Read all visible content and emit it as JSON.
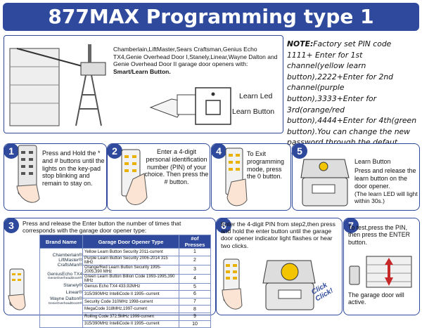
{
  "title": "877MAX Programming type 1",
  "top_panel": {
    "compat_text": "Chamberlain,LiftMaster,Sears Craftsman,Genius Echo TX4,Genie Overhead Door I,Stanely,Linear,Wayne Dalton and Genie Overhead Door II garage door openers with:",
    "smart_label": "Smart/Learn Button.",
    "learn_led": "Learn Led",
    "learn_button": "Learn Button"
  },
  "note": {
    "prefix": "NOTE:",
    "body": "Factory set PIN code 1111+ Enter for 1st channel(yellow learn button),2222+Enter for 2nd channel(purple button),3333+Enter for 3rd(orange/red button),4444+Enter for 4th(green button).You can change the new password through the defaut password."
  },
  "steps": [
    {
      "num": "1",
      "text": "Press and Hold the * and # buttons until the lights on the key-pad stop blinking and remain to stay on."
    },
    {
      "num": "2",
      "text": "Enter a 4-digit personal identification number (PIN) of your choice. Then press the # button."
    },
    {
      "num": "4",
      "text": "To Exit programming mode, press the 0 button."
    },
    {
      "num": "5",
      "label": "Learn Button",
      "text": "Press and release the learn button on the door opener.",
      "subtext": "(The learn LED will light within 30s.)"
    },
    {
      "num": "3",
      "text": "Press and release the Enter button the number of times that corresponds with the garage door opener type:"
    },
    {
      "num": "6",
      "text": "Enter the 4-digit PIN from step2,then press and hold the enter button until the garage door opener indicator light flashes or hear two clicks.",
      "click": "Click Click!"
    },
    {
      "num": "7",
      "text": "To test,press the PIN, then press the ENTER button.",
      "result": "The garage door will active."
    }
  ],
  "table": {
    "headers": [
      "Brand Name",
      "Garage Door Opener Type",
      "#of Presses"
    ],
    "brands": [
      "Chamberlain®",
      "LiftMaster®",
      "CraftsMan®",
      "GeniusEcho TX4",
      "GenieOverheadDoorI®",
      "Stanely®",
      "Linear®",
      "Wayne Dalton®",
      "GenieOverheadDoorII®"
    ],
    "rows": [
      {
        "type": "Yellow Learn Button Security 2011-current",
        "presses": "1"
      },
      {
        "type": "Purple Learn Button Security 2006-2014 315 MHz",
        "presses": "2"
      },
      {
        "type": "Orange/Red Learn Button Security 1995-2005,390 MHz",
        "presses": "3"
      },
      {
        "type": "Green Learn Button Billion Code 1993-1995,390 MHz",
        "presses": "4"
      },
      {
        "type": "Genius Echo TX4 433.92MHz",
        "presses": "5"
      },
      {
        "type": "315/390MHz IntelliCode II 1995--current",
        "presses": "6"
      },
      {
        "type": "Security Code 310MHz 1998-current",
        "presses": "7"
      },
      {
        "type": "MegaCode 318MHz,1997-current",
        "presses": "8"
      },
      {
        "type": "Rolling Code 372.5MHz 1999-current",
        "presses": "9"
      },
      {
        "type": "315/390MHz IntelliCode II 1995--current",
        "presses": "10"
      }
    ]
  }
}
